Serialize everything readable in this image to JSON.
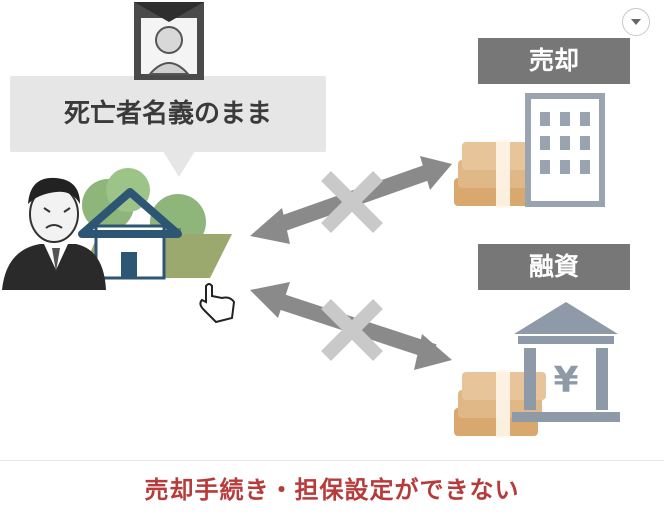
{
  "scene": {
    "bubble_text": "死亡者名義のまま",
    "label_sell": "売却",
    "label_loan": "融資",
    "yen_symbol": "¥",
    "caption": "売却手続き・担保設定ができない"
  },
  "colors": {
    "caption": "#b83b3b",
    "label_bg": "#777777",
    "bubble_bg": "#e6e6e6",
    "arrow": "#8a8a8a",
    "cross": "#c9c9c9",
    "money": "#e0b888",
    "house_roof": "#2d5574",
    "tree": "#8fb67a"
  },
  "icons": [
    "portrait-icon",
    "man-icon",
    "house-icon",
    "tree-icon",
    "money-icon",
    "building-icon",
    "bank-icon",
    "cross-icon",
    "hand-cursor-icon",
    "dropdown-icon"
  ]
}
